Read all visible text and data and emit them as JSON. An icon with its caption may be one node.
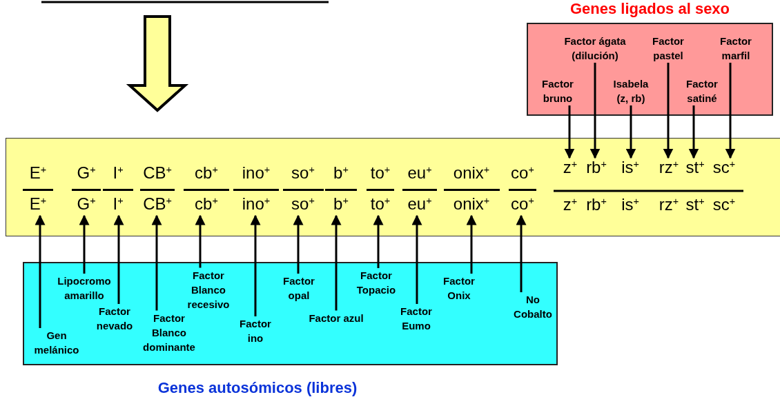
{
  "diagram": {
    "nodes": [
      {
        "text": [
          "Genes ligados al sexo"
        ]
      },
      {
        "text": [
          "Factor ágata (dilución)"
        ],
        "in": 0
      },
      {
        "text": [
          "Factor pastel"
        ],
        "in": 0
      },
      {
        "text": [
          "Factor marfil"
        ],
        "in": 0
      },
      {
        "text": [
          "Factor bruno"
        ],
        "in": 0
      },
      {
        "text": [
          "Isabela (z, rb)"
        ],
        "in": 0
      },
      {
        "text": [
          "Factor satiné"
        ],
        "in": 0
      },
      {
        "text": [],
        "shape": "box"
      },
      {
        "text": [
          "E$^{+}$",
          "E$^{+}$"
        ],
        "in": 7
      },
      {
        "text": [
          "G$^{+}$",
          "G$^{+}$"
        ],
        "in": 7
      },
      {
        "text": [
          "I$^{+}$",
          "I$^{+}$"
        ],
        "in": 7
      },
      {
        "text": [
          "CB$^{+}$",
          "CB$^{+}$"
        ],
        "in": 7
      },
      {
        "text": [
          "cb$^{+}$",
          "cb$^{+}$"
        ],
        "in": 7
      },
      {
        "text": [
          "ino$^{+}$",
          "ino$^{+}$"
        ],
        "in": 7
      },
      {
        "text": [
          "so$^{+}$",
          "so$^{+}$"
        ],
        "in": 7
      },
      {
        "text": [
          "b$^{+}$",
          "b$^{+}$"
        ],
        "in": 7
      },
      {
        "text": [
          "to$^{+}$",
          "to$^{+}$"
        ],
        "in": 7
      },
      {
        "text": [
          "eu$^{+}$",
          "eu$^{+}$"
        ],
        "in": 7
      },
      {
        "text": [
          "onix$^{+}$",
          "onix$^{+}$"
        ],
        "in": 7
      },
      {
        "text": [
          "co$^{+}$",
          "co$^{+}$"
        ],
        "in": 7
      },
      {
        "text": [
          "z$^{+}$",
          "z$^{+}$"
        ],
        "in": 7
      },
      {
        "text": [
          "rb$^{+}$",
          "rb$^{+}$"
        ],
        "in": 7
      },
      {
        "text": [
          "is$^{+}$",
          "is$^{+}$"
        ],
        "in": 7
      },
      {
        "text": [
          "rz$^{+}$",
          "rz$^{+}$"
        ],
        "in": 7
      },
      {
        "text": [
          "st$^{+}$",
          "st$^{+}$"
        ],
        "in": 7
      },
      {
        "text": [
          "sc$^{+}$",
          "sc$^{+}$"
        ],
        "in": 7
      },
      {
        "text": [
          "Genes autosómicos (libres)"
        ]
      },
      {
        "text": [
          "Gen melánico"
        ],
        "in": 26
      },
      {
        "text": [
          "Lipocromo amarillo"
        ],
        "in": 26
      },
      {
        "text": [
          "Factor nevado"
        ],
        "in": 26
      },
      {
        "text": [
          "Factor Blanco dominante"
        ],
        "in": 26
      },
      {
        "text": [
          "Factor Blanco recesivo"
        ],
        "in": 26
      },
      {
        "text": [
          "Factor ino"
        ],
        "in": 26
      },
      {
        "text": [
          "Factor opal"
        ],
        "in": 26
      },
      {
        "text": [
          "Factor azul"
        ],
        "in": 26
      },
      {
        "text": [
          "Factor Topacio"
        ],
        "in": 26
      },
      {
        "text": [
          "Factor Eumo"
        ],
        "in": 26
      },
      {
        "text": [
          "Factor Onix"
        ],
        "in": 26
      },
      {
        "text": [
          "No Cobalto"
        ],
        "in": 26
      }
    ],
    "edges": [
      {
        "from": 1,
        "to": 21,
        "arrow": "to"
      },
      {
        "from": 2,
        "to": 23,
        "arrow": "to"
      },
      {
        "from": 3,
        "to": 25,
        "arrow": "to"
      },
      {
        "from": 4,
        "to": 20,
        "arrow": "to"
      },
      {
        "from": 5,
        "to": 22,
        "arrow": "to"
      },
      {
        "from": 6,
        "to": 24,
        "arrow": "to"
      },
      {
        "from": 27,
        "to": 8,
        "arrow": "to"
      },
      {
        "from": 28,
        "to": 9,
        "arrow": "to"
      },
      {
        "from": 29,
        "to": 10,
        "arrow": "to"
      },
      {
        "from": 30,
        "to": 11,
        "arrow": "to"
      },
      {
        "from": 31,
        "to": 12,
        "arrow": "to"
      },
      {
        "from": 32,
        "to": 13,
        "arrow": "to"
      },
      {
        "from": 33,
        "to": 14,
        "arrow": "to"
      },
      {
        "from": 34,
        "to": 15,
        "arrow": "to"
      },
      {
        "from": 35,
        "to": 16,
        "arrow": "to"
      },
      {
        "from": 36,
        "to": 17,
        "arrow": "to"
      },
      {
        "from": 37,
        "to": 18,
        "arrow": "to"
      },
      {
        "from": 38,
        "to": 19,
        "arrow": "to"
      }
    ]
  }
}
